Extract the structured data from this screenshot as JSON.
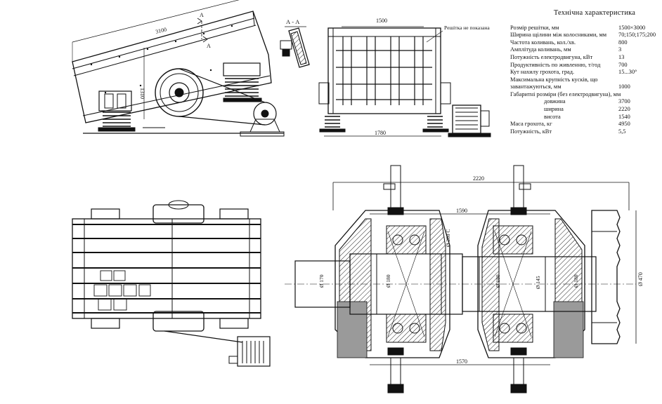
{
  "spec_table": {
    "title": "Технічна характеристика",
    "rows": [
      {
        "label": "Розмір решітки, мм",
        "value": "1500×3000"
      },
      {
        "label": "Ширина щілини між колосниками, мм",
        "value": "70;150;175;200"
      },
      {
        "label": "Частота коливань, кол./хв.",
        "value": "800"
      },
      {
        "label": "Амплітуда коливань, мм",
        "value": "3"
      },
      {
        "label": "Потужність електродвигуна, кВт",
        "value": "13"
      },
      {
        "label": "Продуктивність по живленню, т/год",
        "value": "700"
      },
      {
        "label": "Кут нахилу грохота, град.",
        "value": "15...30°"
      },
      {
        "label": "Максимальна крупність кусків, що завантажуються, мм",
        "value": "1000"
      },
      {
        "label": "Габаритні розміри (без електродвигуна), мм",
        "value": ""
      },
      {
        "label": "довжина",
        "value": "3700",
        "sub": true
      },
      {
        "label": "ширина",
        "value": "2220",
        "sub": true
      },
      {
        "label": "висота",
        "value": "1540",
        "sub": true
      },
      {
        "label": "Маса грохота, кг",
        "value": "4950"
      },
      {
        "label": "Потужність, кВт",
        "value": "5,5"
      }
    ]
  },
  "side_view": {
    "dim_length": "3100",
    "dim_height": "1310",
    "section_mark": "A"
  },
  "section_view": {
    "title": "А - А"
  },
  "front_view": {
    "dim_top": "1500",
    "dim_bottom": "1780",
    "note": "Решітка не показана"
  },
  "vibrator_section": {
    "dim_overall": "2220",
    "dim_upper": "1590",
    "dim_lower": "1570",
    "dim_pulley": "Ø 470",
    "dia_left_shaft": "Ø 170",
    "dia_left_bearing": "Ø 180",
    "dia_housing": "Ø 280 С",
    "dia_right_bearing": "Ø 180",
    "dia_right_inner": "Ø 145",
    "dia_right_shaft": "Ø 180"
  }
}
